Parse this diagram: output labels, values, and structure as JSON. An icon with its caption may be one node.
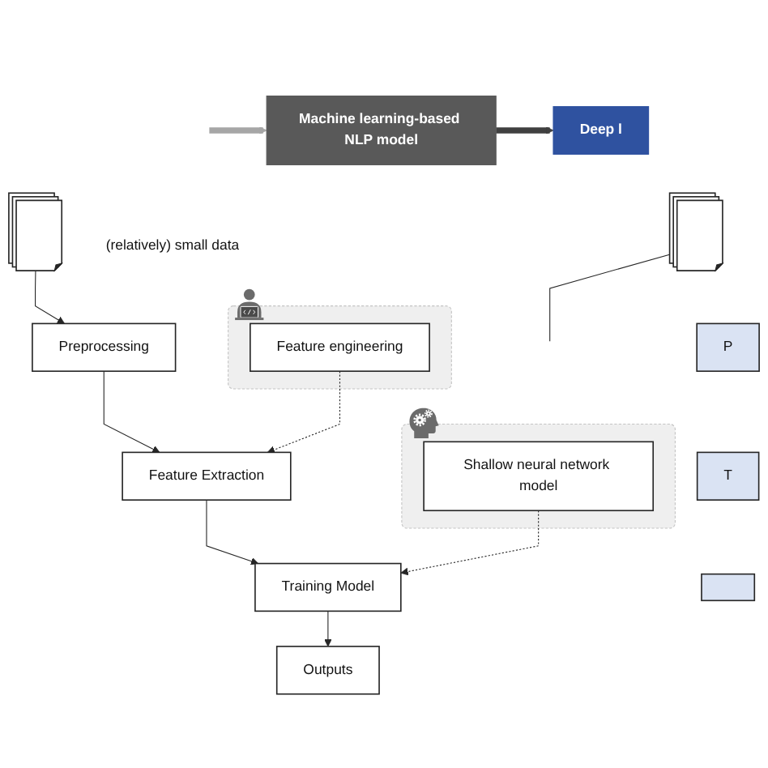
{
  "diagram": {
    "nodes": [
      {
        "text": [
          "Machine learning-based NLP model"
        ]
      },
      {
        "text": [
          "Deep l"
        ]
      },
      {
        "text": [],
        "shape": "document",
        "beside": [
          "(relatively) small data"
        ]
      },
      {
        "text": [
          "Preprocessing"
        ]
      },
      {
        "text": [
          "Feature Extraction"
        ]
      },
      {
        "text": [],
        "shape": "box"
      },
      {
        "text": [
          "Feature engineering"
        ],
        "in": 5
      },
      {
        "text": [
          "Training Model"
        ]
      },
      {
        "text": [],
        "shape": "box"
      },
      {
        "text": [
          "Shallow neural network model"
        ],
        "in": 8
      },
      {
        "text": [
          "Outputs"
        ]
      },
      {
        "text": [],
        "shape": "document"
      },
      {
        "text": [
          "P"
        ]
      },
      {
        "text": [
          "T"
        ]
      },
      {
        "text": [],
        "shape": "box"
      }
    ],
    "edges": [
      {
        "from": null,
        "to": 0,
        "arrow": "to",
        "style": "thick",
        "color": "#a6a6a6"
      },
      {
        "from": 0,
        "to": 1,
        "arrow": "to",
        "style": "thick",
        "color": "#404040"
      },
      {
        "from": 2,
        "to": 3,
        "arrow": "to"
      },
      {
        "from": 3,
        "to": 4,
        "arrow": "to"
      },
      {
        "from": 6,
        "to": 4,
        "arrow": "to",
        "style": "dashed"
      },
      {
        "from": 4,
        "to": 7,
        "arrow": "to"
      },
      {
        "from": 9,
        "to": 7,
        "arrow": "to",
        "style": "dashed"
      },
      {
        "from": 7,
        "to": 10,
        "arrow": "to"
      },
      {
        "from": 11,
        "to": null,
        "arrow": "none"
      }
    ]
  }
}
